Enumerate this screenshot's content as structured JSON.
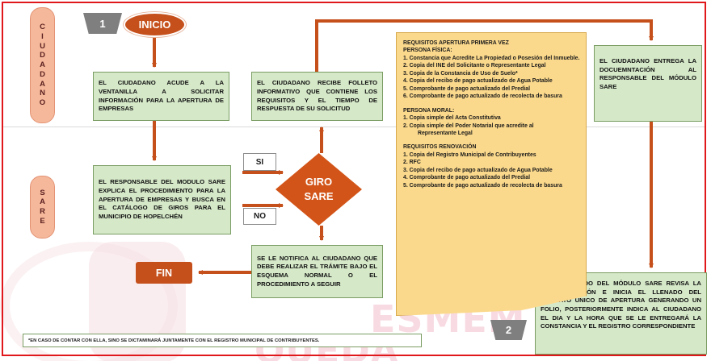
{
  "lanes": {
    "ciudadano": [
      "C",
      "I",
      "U",
      "D",
      "A",
      "D",
      "A",
      "N",
      "O"
    ],
    "sare": [
      "S",
      "A",
      "R",
      "E"
    ]
  },
  "tags": {
    "step1": "1",
    "step2": "2"
  },
  "terminals": {
    "start": "INICIO",
    "end": "FIN"
  },
  "decision": {
    "line1": "GIRO",
    "line2": "SARE",
    "yes": "SI",
    "no": "NO"
  },
  "boxes": {
    "solicita": "EL CIUDADANO ACUDE A LA VENTANILLA A SOLICITAR INFORMACIÓN PARA LA APERTURA DE EMPRESAS",
    "recibe_folleto": "EL CIUDADANO RECIBE FOLLETO INFORMATIVO QUE CONTIENE LOS REQUISITOS Y EL TIEMPO DE RESPUESTA DE SU SOLICITUD",
    "explica": "EL RESPONSABLE DEL MODULO SARE EXPLICA EL PROCEDIMIENTO PARA LA APERTURA DE EMPRESAS Y BUSCA EN EL CATÁLOGO DE GIROS PARA EL MUNICIPIO DE HOPELCHÉN",
    "notifica": "SE LE NOTIFICA AL CIUDADANO QUE DEBE REALIZAR EL TRÁMITE BAJO EL ESQUEMA NORMAL O EL PROCEDIMIENTO A SEGUIR",
    "entrega": "EL CIUDADANO ENTREGA LA DOCUEMNTACIÓN AL RESPONSABLE DEL MÓDULO SARE",
    "revisa": "EL ENCARGADO DEL MÓDULO SARE REVISA LA DOCUMENTACIÓN E INICIA EL LLENADO DEL FORMATO ÚNICO DE APERTURA GENERANDO UN FOLIO, POSTERIORMENTE INDICA AL CIUDADANO EL DIA Y LA HORA QUE SE LE ENTREGARÁ LA CONSTANCIA Y EL REGISTRO CORRESPONDIENTE"
  },
  "requisitos": {
    "title1": "REQUISITOS APERTURA PRIMERA VEZ",
    "fisica_title": "PERSONA FÍSICA:",
    "fisica": [
      "1. Constancia que Acredite La Propiedad o Posesión del Inmueble.",
      "2.  Copia del INE del Solicitante o Representante Legal",
      "3. Copia de la Constancia de Uso de Suelo*",
      "4. Copia del recibo de pago actualizado de Agua Potable",
      "5. Comprobante de pago actualizado del Predial",
      "6. Comprobante de pago actualizado de recolecta de basura"
    ],
    "moral_title": "PERSONA MORAL:",
    "moral": [
      "1.   Copia simple del Acta Constitutiva",
      "2.   Copia simple  del Poder Notarial que acredite al",
      "Representante Legal"
    ],
    "renov_title": "REQUISITOS RENOVACIÓN",
    "renovacion": [
      "1. Copia del Registro Municipal de Contribuyentes",
      "2. RFC",
      "3. Copia del recibo de pago actualizado de Agua Potable",
      "4. Comprobante de pago actualizado del Predial",
      "5. Comprobante de pago actualizado de recolecta de basura"
    ]
  },
  "footnote": "*EN CASO DE  CONTAR CON ELLA, SINO SE DICTAMINARÁ JUNTAMENTE CON EL REGISTRO MUNICIPAL DE CONTRIBUYENTES.",
  "watermark": {
    "line1": "ESMEM",
    "line2": "QUEDA"
  },
  "colors": {
    "accent": "#c5501b",
    "box_fill": "#d5e8c8",
    "note_fill": "#fbd98c",
    "frame": "#e0171b"
  }
}
